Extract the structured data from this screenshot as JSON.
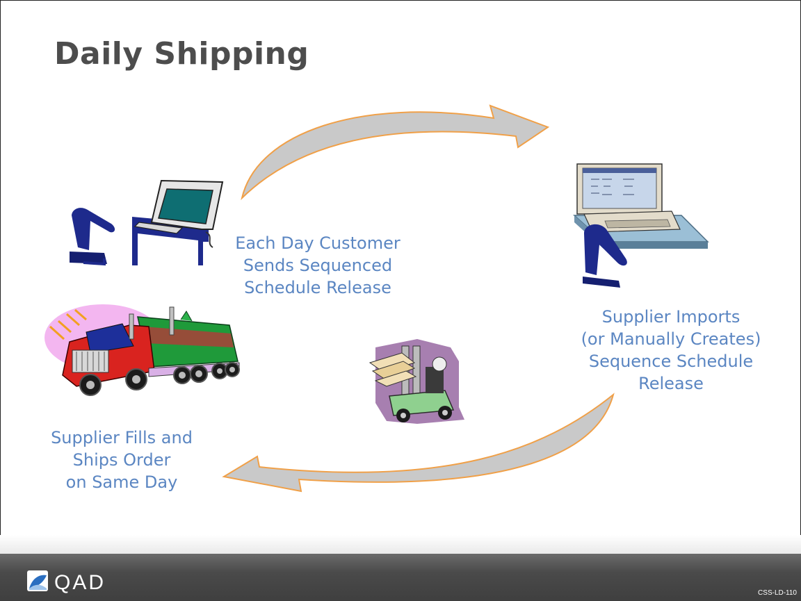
{
  "slide": {
    "title": "Daily Shipping",
    "customer_step": "Each Day Customer\nSends  Sequenced\nSchedule Release",
    "supplier_step": "Supplier Imports\n(or Manually Creates)\nSequence Schedule\nRelease",
    "ship_step": "Supplier Fills and\nShips Order\non Same Day"
  },
  "footer": {
    "logo": "QAD",
    "slide_code": "CSS-LD-110"
  },
  "colors": {
    "label": "#5b86c2",
    "arrow_outline": "#f0a048",
    "arrow_fill": "#c9c9c9",
    "title": "#4d4d4d"
  },
  "icons": [
    "customer-computer-icon",
    "supplier-computer-icon",
    "truck-icon",
    "forklift-icon",
    "qad-logo-icon"
  ]
}
